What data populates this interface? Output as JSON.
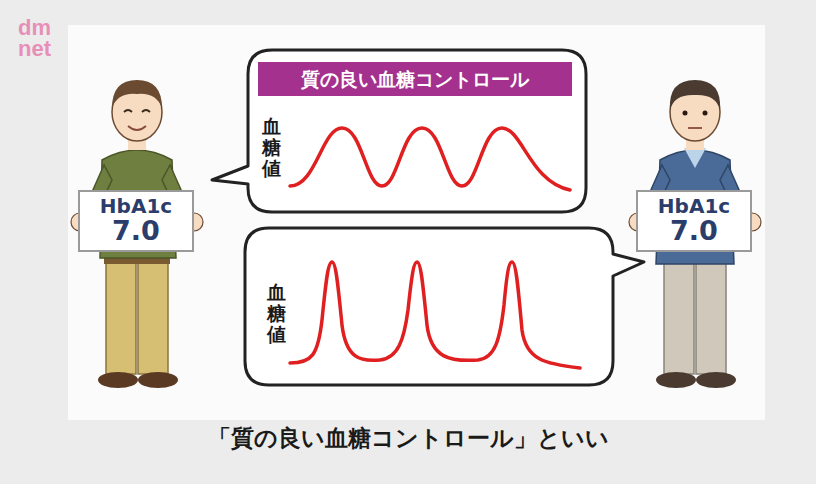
{
  "diagram": {
    "caption": "「質の良い血糖コントロール」といい",
    "nodes": [
      {
        "text": [
          "HbA1c",
          "7.0"
        ]
      },
      {
        "text": [
          "血糖値"
        ]
      },
      {
        "text": [
          "質の良い血糖コントロール"
        ],
        "in": 1
      },
      {
        "text": [
          "血糖値"
        ]
      },
      {
        "text": [
          "HbA1c",
          "7.0"
        ]
      }
    ],
    "labels": [
      "dm net"
    ]
  }
}
